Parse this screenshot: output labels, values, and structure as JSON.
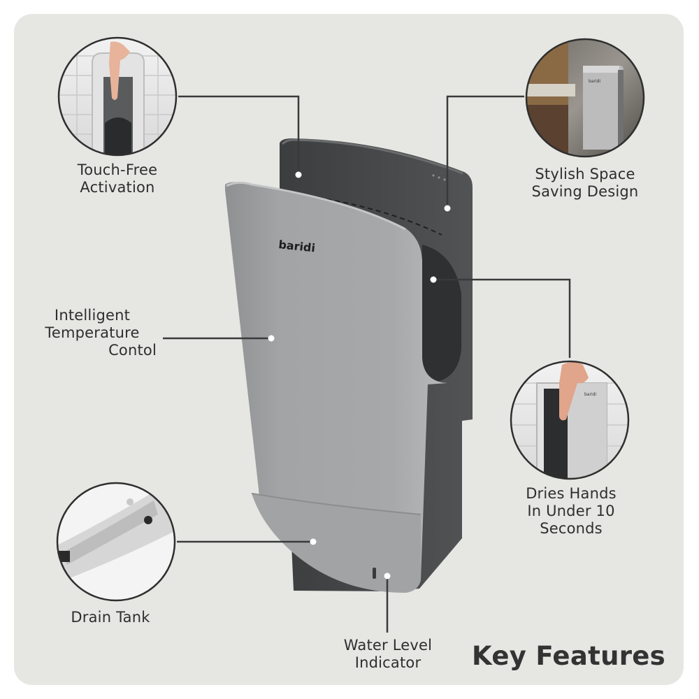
{
  "heading": "Key Features",
  "brand": "baridi",
  "features": {
    "touch_free": {
      "line1": "Touch-Free",
      "line2": "Activation"
    },
    "stylish": {
      "line1": "Stylish Space",
      "line2": "Saving Design"
    },
    "temperature": {
      "line1": "Intelligent",
      "line2": "Temperature",
      "line3": "Contol"
    },
    "dries": {
      "line1": "Dries Hands",
      "line2": "In Under 10",
      "line3": "Seconds"
    },
    "drain": {
      "line1": "Drain Tank"
    },
    "water": {
      "line1": "Water Level",
      "line2": "Indicator"
    }
  },
  "colors": {
    "background": "#e6e6e3",
    "leader_line": "#3a3a3a",
    "dryer_silver": "#a9a9aa",
    "dryer_dark": "#47484a"
  }
}
